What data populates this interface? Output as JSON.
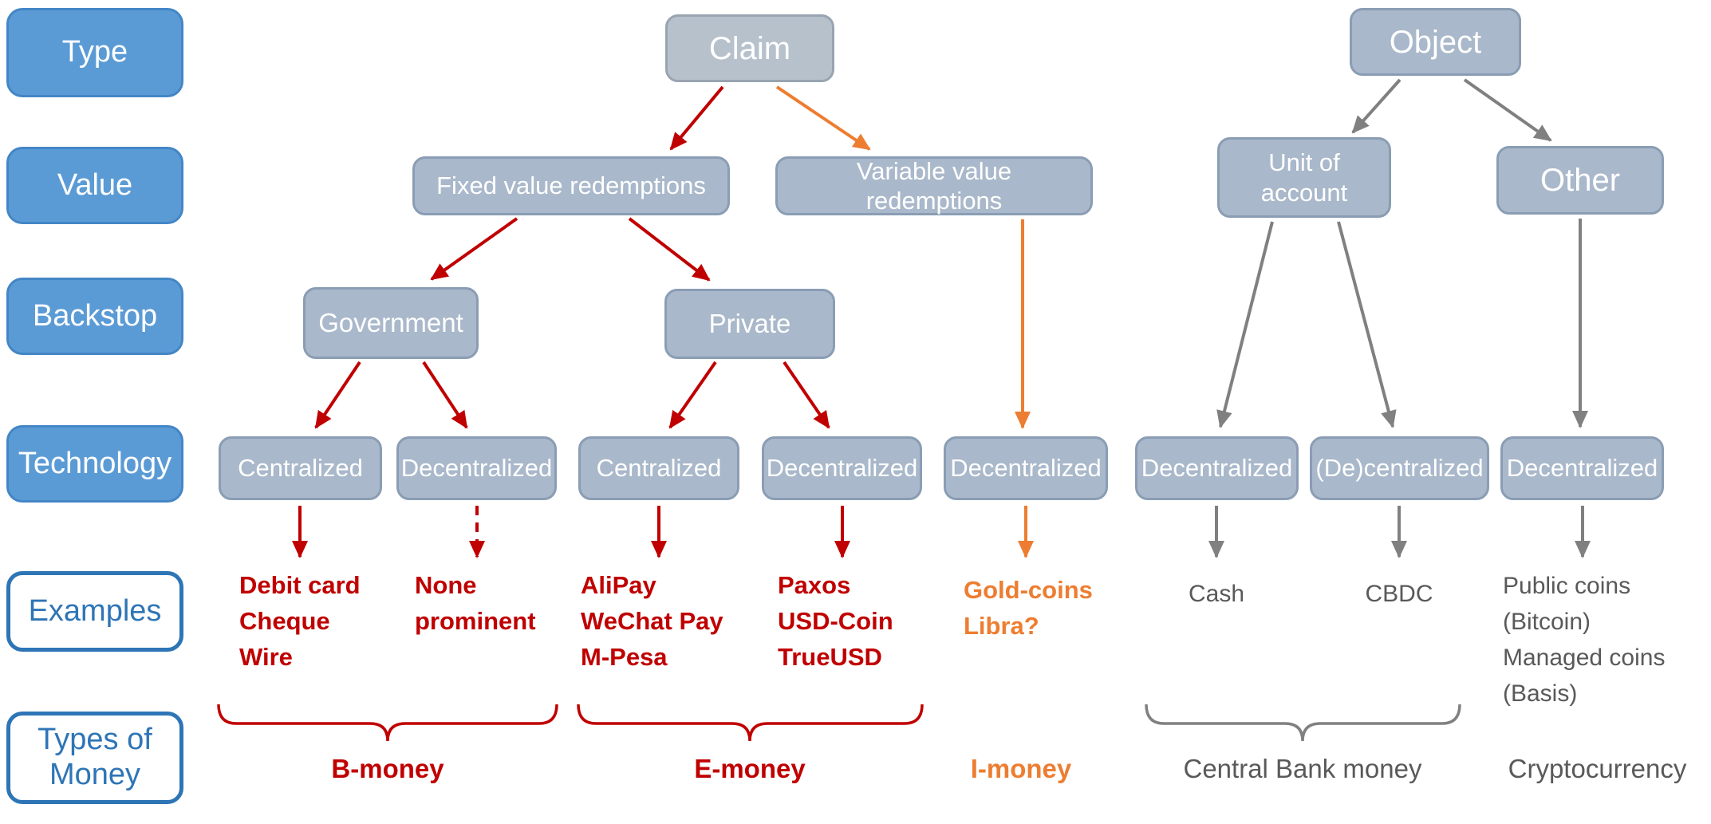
{
  "palette": {
    "label_blue": "#5B9BD5",
    "outline_blue": "#2E75B6",
    "node_fill": "#A9B8CA",
    "node_border": "#8A9DB4",
    "claim_fill": "#B7C1CC",
    "red": "#C00000",
    "orange": "#ED7D31",
    "gray_arrow": "#808080",
    "gray_text": "#595959"
  },
  "row_labels": {
    "type": "Type",
    "value": "Value",
    "backstop": "Backstop",
    "technology": "Technology",
    "examples": "Examples",
    "types_of_money": "Types of Money"
  },
  "nodes": {
    "claim": "Claim",
    "object": "Object",
    "fixed": "Fixed value redemptions",
    "variable": "Variable value redemptions",
    "unit_of_account": "Unit of account",
    "other": "Other",
    "government": "Government",
    "private": "Private",
    "tech_gov_centralized": "Centralized",
    "tech_gov_decentralized": "Decentralized",
    "tech_private_centralized": "Centralized",
    "tech_private_decentralized": "Decentralized",
    "tech_variable_decentralized": "Decentralized",
    "tech_unit_decentralized": "Decentralized",
    "tech_unit_decentralized2": "(De)centralized",
    "tech_other_decentralized": "Decentralized"
  },
  "examples": {
    "b_centralized": [
      "Debit card",
      "Cheque",
      "Wire"
    ],
    "b_decentralized": [
      "None",
      "prominent"
    ],
    "e_centralized": [
      "AliPay",
      "WeChat Pay",
      "M-Pesa"
    ],
    "e_decentralized": [
      "Paxos",
      "USD-Coin",
      "TrueUSD"
    ],
    "i_money": [
      "Gold-coins",
      "Libra?"
    ],
    "cash": "Cash",
    "cbdc": "CBDC",
    "crypto": [
      "Public coins",
      "(Bitcoin)",
      "Managed coins",
      "(Basis)"
    ]
  },
  "money_types": {
    "b": "B-money",
    "e": "E-money",
    "i": "I-money",
    "central_bank": "Central Bank money",
    "crypto": "Cryptocurrency"
  }
}
